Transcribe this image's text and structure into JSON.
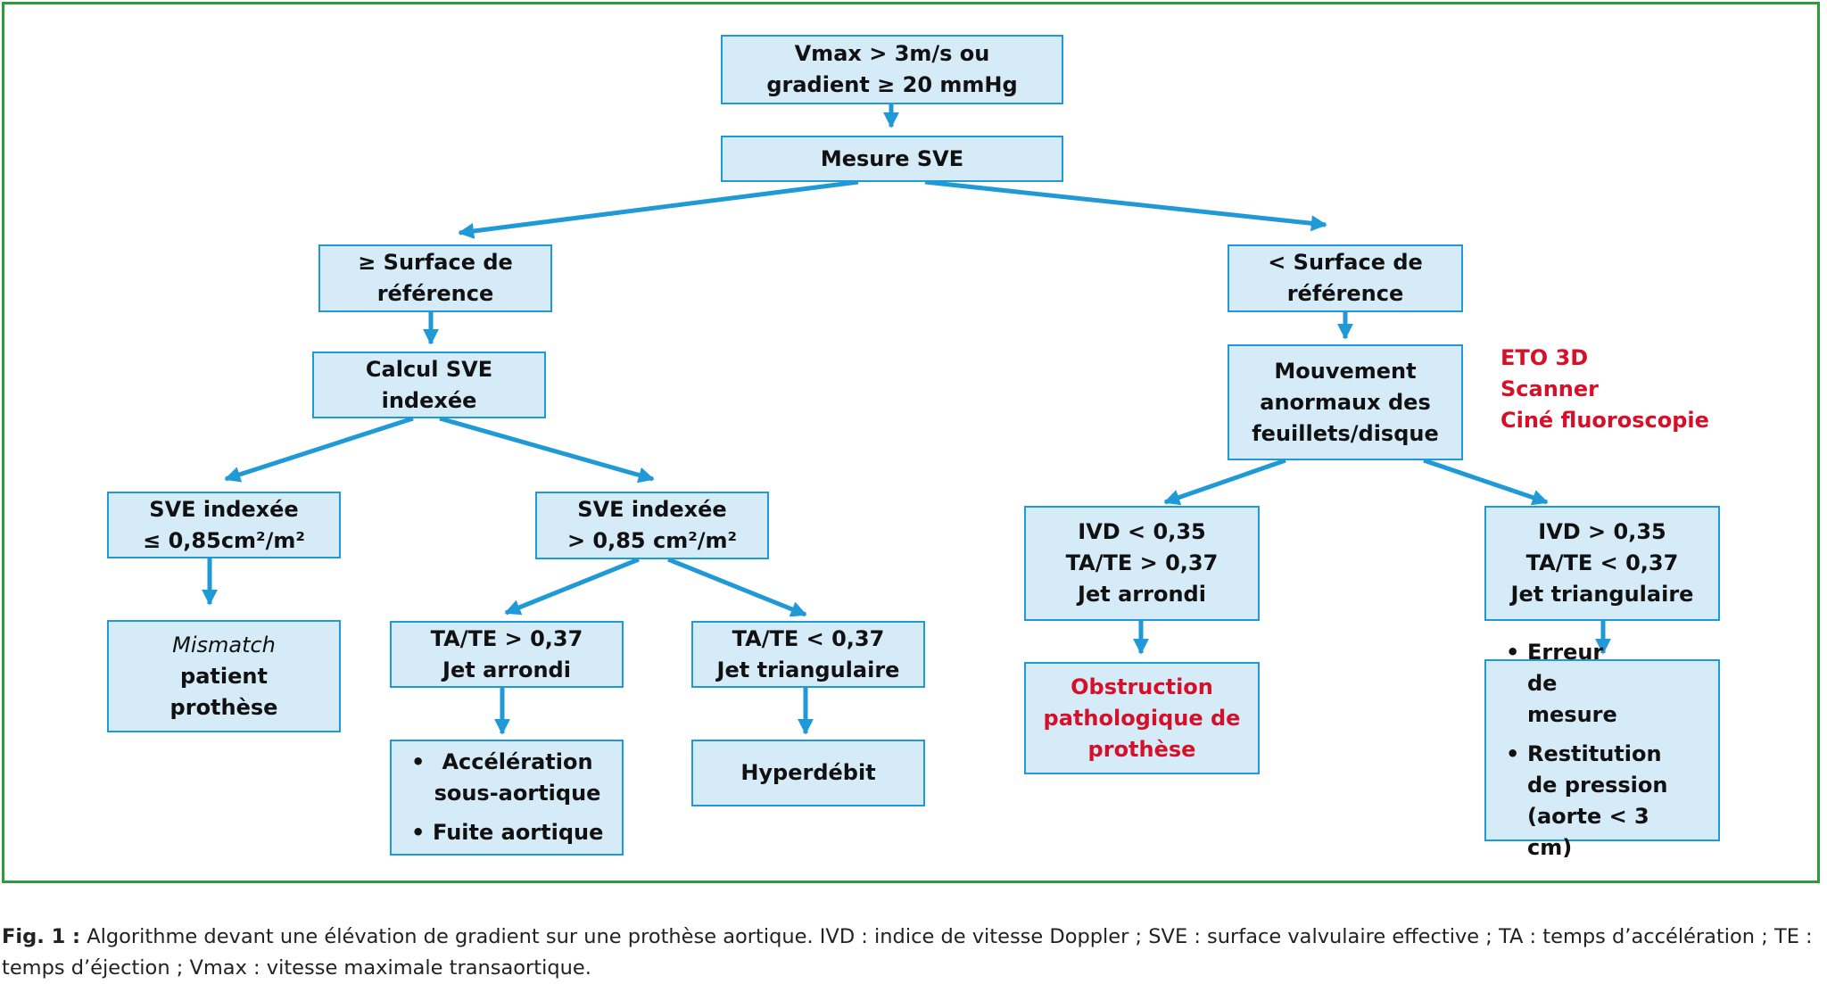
{
  "diagram": {
    "nodes": {
      "start": [
        "Vmax > 3m/s ou",
        "gradient ≥ 20 mmHg"
      ],
      "measure": [
        "Mesure SVE"
      ],
      "ge_ref": [
        "≥ Surface de",
        "référence"
      ],
      "calc": [
        "Calcul SVE",
        "indexée"
      ],
      "sve_low": [
        "SVE indexée",
        "≤ 0,85cm²/m²"
      ],
      "mismatch": [
        "Mismatch",
        "patient",
        "prothèse"
      ],
      "sve_high": [
        "SVE indexée",
        "> 0,85 cm²/m²"
      ],
      "tate_gt_left": [
        "TA/TE > 0,37",
        "Jet arrondi"
      ],
      "causes_left": [
        "Accélération sous-aortique",
        "Fuite aortique"
      ],
      "tate_lt_left": [
        "TA/TE < 0,37",
        "Jet triangulaire"
      ],
      "hyperdebit": [
        "Hyperdébit"
      ],
      "lt_ref": [
        "< Surface de",
        "référence"
      ],
      "movement": [
        "Mouvement",
        "anormaux des",
        "feuillets/disque"
      ],
      "ivd_low": [
        "IVD < 0,35",
        "TA/TE > 0,37",
        "Jet arrondi"
      ],
      "obstruction": [
        "Obstruction",
        "pathologique de",
        "prothèse"
      ],
      "ivd_high": [
        "IVD > 0,35",
        "TA/TE < 0,37",
        "Jet triangulaire"
      ],
      "causes_right": [
        "Erreur de mesure",
        "Restitution de pression (aorte < 3 cm)"
      ]
    },
    "side_note": [
      "ETO 3D",
      "Scanner",
      "Ciné fluoroscopie"
    ]
  },
  "caption": {
    "label": "Fig. 1 :",
    "text": "Algorithme devant une élévation de gradient sur une prothèse aortique. IVD : indice de vitesse Doppler ; SVE : surface valvulaire effective ; TA : temps d’accélération ; TE : temps d’éjection ; Vmax : vitesse maximale transaortique."
  },
  "colors": {
    "frame": "#2e9b3c",
    "box_fill": "#d6ebf8",
    "box_border": "#1f9ad6",
    "arrow": "#1f9ad6",
    "emphasis_text": "#d7102a"
  }
}
